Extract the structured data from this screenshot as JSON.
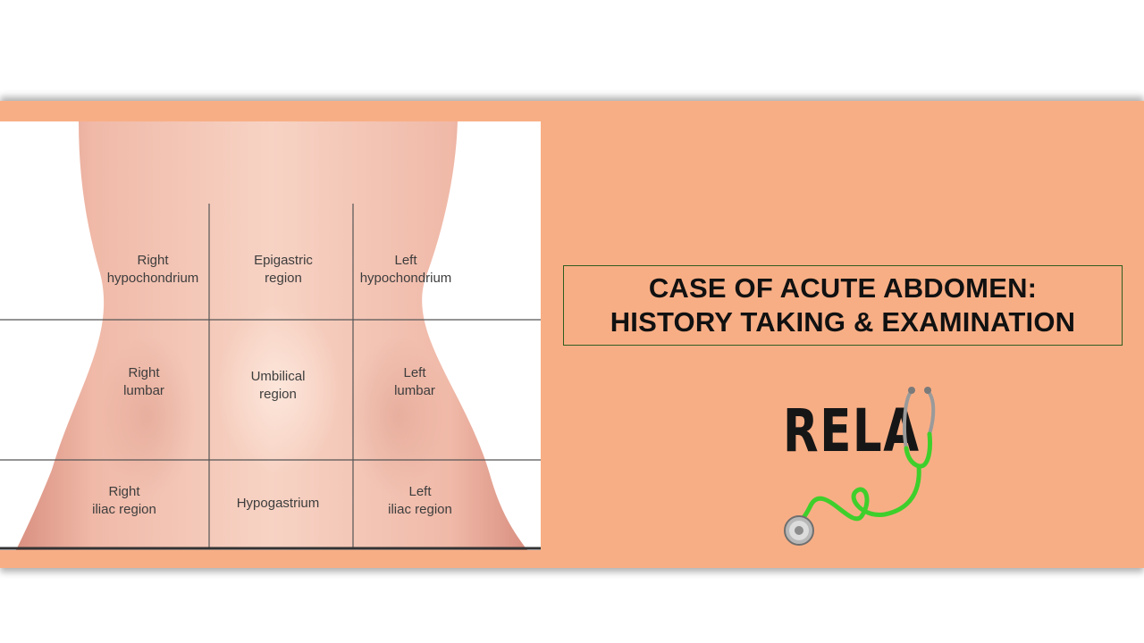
{
  "diagram": {
    "regions": [
      {
        "id": "right-hypochondrium",
        "lines": [
          "Right",
          "hypochondrium"
        ]
      },
      {
        "id": "epigastric-region",
        "lines": [
          "Epigastric",
          "region"
        ]
      },
      {
        "id": "left-hypochondrium",
        "lines": [
          "Left",
          "hypochondrium"
        ]
      },
      {
        "id": "right-lumbar",
        "lines": [
          "Right",
          "lumbar"
        ]
      },
      {
        "id": "umbilical-region",
        "lines": [
          "Umbilical",
          "region"
        ]
      },
      {
        "id": "left-lumbar",
        "lines": [
          "Left",
          "lumbar"
        ]
      },
      {
        "id": "right-iliac-region",
        "lines": [
          "Right",
          "iliac region"
        ]
      },
      {
        "id": "hypogastrium",
        "lines": [
          "Hypogastrium"
        ]
      },
      {
        "id": "left-iliac-region",
        "lines": [
          "Left",
          "iliac region"
        ]
      }
    ]
  },
  "title": {
    "line1": "CASE OF ACUTE ABDOMEN:",
    "line2": "HISTORY TAKING & EXAMINATION"
  },
  "logo": {
    "text": "RELA",
    "icon": "stethoscope-icon"
  },
  "colors": {
    "banner": "#f8ae85",
    "title_border": "#2f5d1e",
    "stethoscope": "#3fcf2c"
  }
}
